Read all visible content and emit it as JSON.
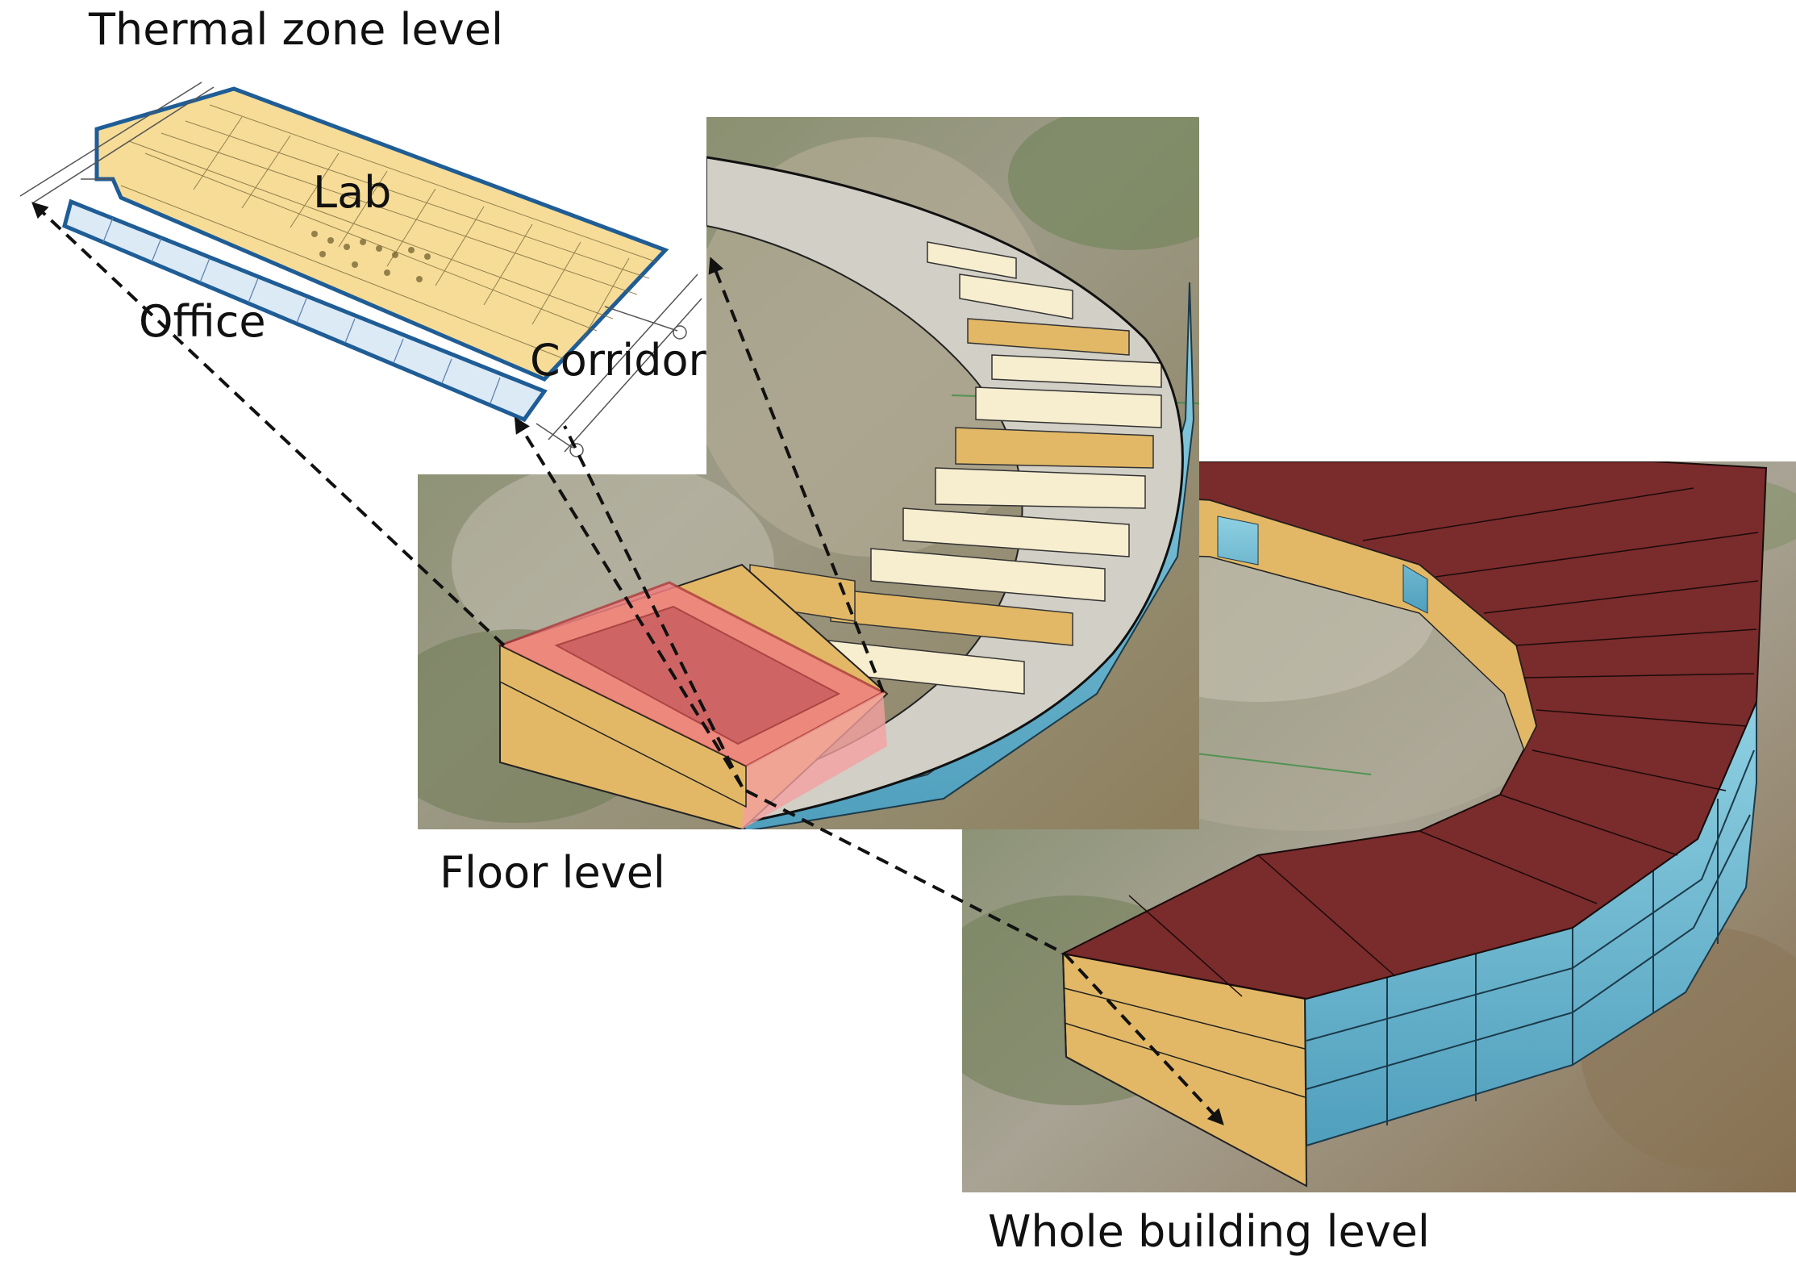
{
  "labels": {
    "thermal_zone_level": "Thermal zone level",
    "floor_level": "Floor level",
    "whole_building_level": "Whole building level"
  },
  "zones": {
    "lab": "Lab",
    "office": "Office",
    "corridor": "Corridor"
  },
  "colors": {
    "lab_zone": "#f6dc97",
    "office_zone": "#dceaf6",
    "zone_outline": "#1f5d96",
    "highlight": "#f08080",
    "roof": "#7a2b2b",
    "wall": "#e2b866",
    "glazing": "#6fb7cf",
    "interior": "#f7edcf",
    "terrain": "#8a8f6a"
  }
}
